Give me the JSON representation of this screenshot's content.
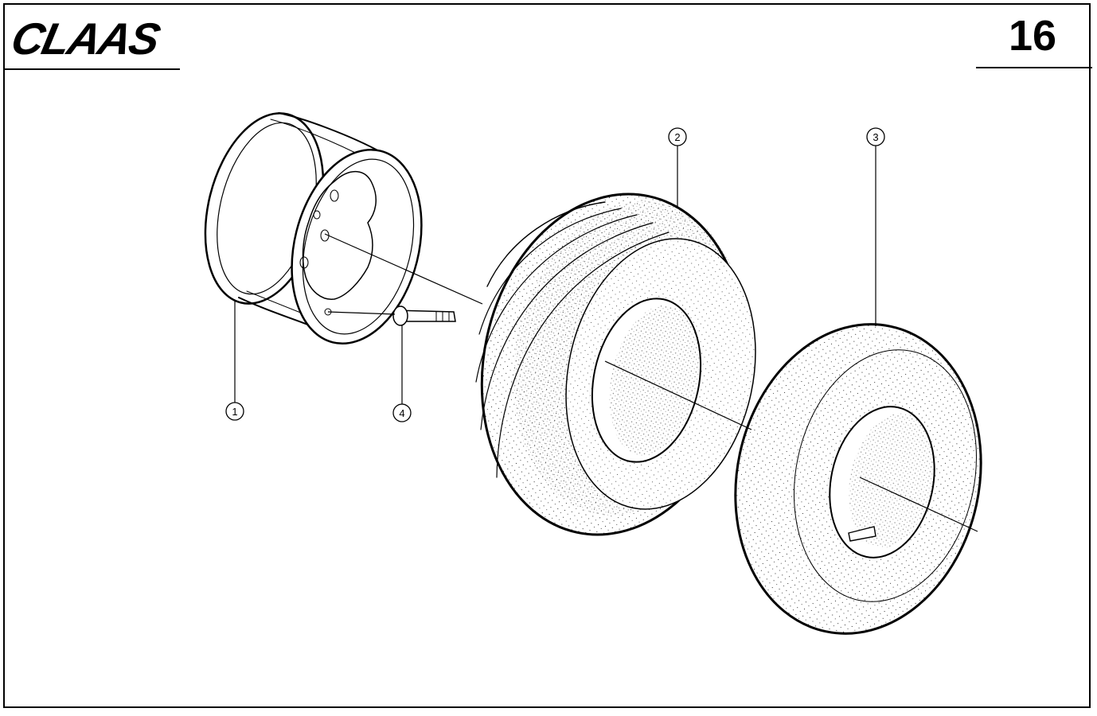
{
  "header": {
    "brand": "CLAAS",
    "page_number": "16"
  },
  "colors": {
    "ink": "#000000",
    "paper": "#ffffff"
  },
  "callouts": [
    {
      "id": "1",
      "label": "1"
    },
    {
      "id": "2",
      "label": "2"
    },
    {
      "id": "3",
      "label": "3"
    },
    {
      "id": "4",
      "label": "4"
    }
  ]
}
